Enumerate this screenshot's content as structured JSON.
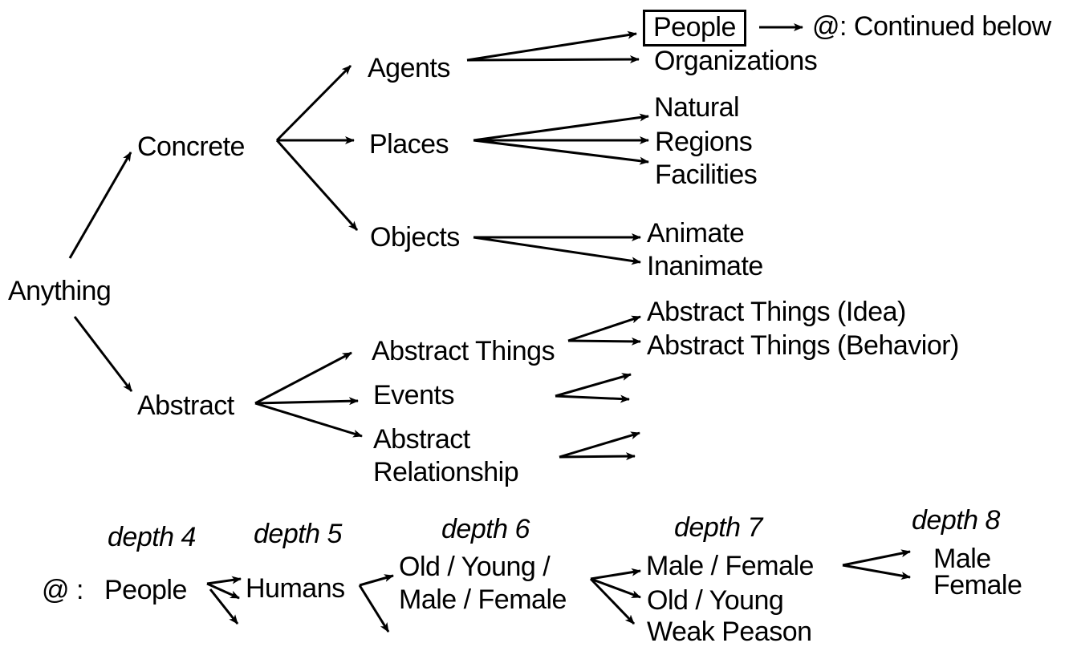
{
  "tree": {
    "root": "Anything",
    "concrete": "Concrete",
    "abstract": "Abstract",
    "agents": "Agents",
    "places": "Places",
    "objects": "Objects",
    "abstract_things": "Abstract Things",
    "events": "Events",
    "abstract_relationship_line1": "Abstract",
    "abstract_relationship_line2": "Relationship",
    "people": "People",
    "continued_note": "@: Continued below",
    "organizations": "Organizations",
    "natural": "Natural",
    "regions": "Regions",
    "facilities": "Facilities",
    "animate": "Animate",
    "inanimate": "Inanimate",
    "abstract_idea": "Abstract Things (Idea)",
    "abstract_behavior": "Abstract Things (Behavior)"
  },
  "continuation": {
    "marker": "@ :",
    "people": "People",
    "humans": "Humans",
    "d6_line1": "Old / Young /",
    "d6_line2": "Male / Female",
    "male_female": "Male / Female",
    "old_young": "Old / Young",
    "weak_peason": "Weak Peason",
    "male": "Male",
    "female": "Female"
  },
  "depths": {
    "d4": "depth 4",
    "d5": "depth 5",
    "d6": "depth 6",
    "d7": "depth 7",
    "d8": "depth 8"
  }
}
